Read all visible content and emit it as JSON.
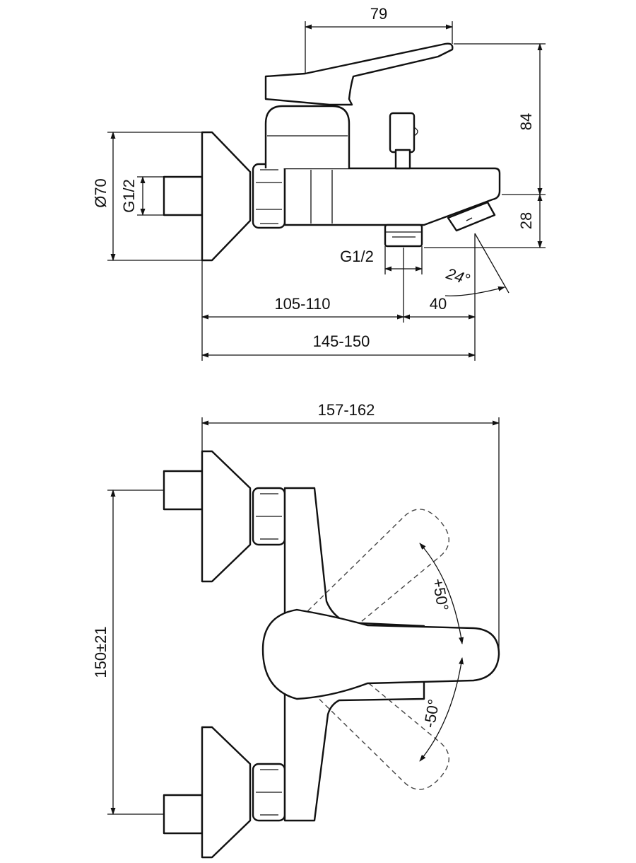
{
  "dimensions": {
    "side_view": {
      "lever_reach": "79",
      "height_above_spout": "84",
      "spout_height": "28",
      "flange_diameter": "Ø70",
      "inlet_thread": "G1/2",
      "outlet_thread": "G1/2",
      "spout_angle": "24°",
      "wall_to_outlet": "105-110",
      "outlet_to_spout_tip": "40",
      "wall_to_spout_tip": "145-150"
    },
    "top_view": {
      "overall_depth": "157-162",
      "inlet_centres": "150±21",
      "lever_rotation_up": "+50°",
      "lever_rotation_down": "-50°"
    }
  },
  "colors": {
    "line": "#111111",
    "background": "#ffffff",
    "hidden_line": "#444444"
  }
}
